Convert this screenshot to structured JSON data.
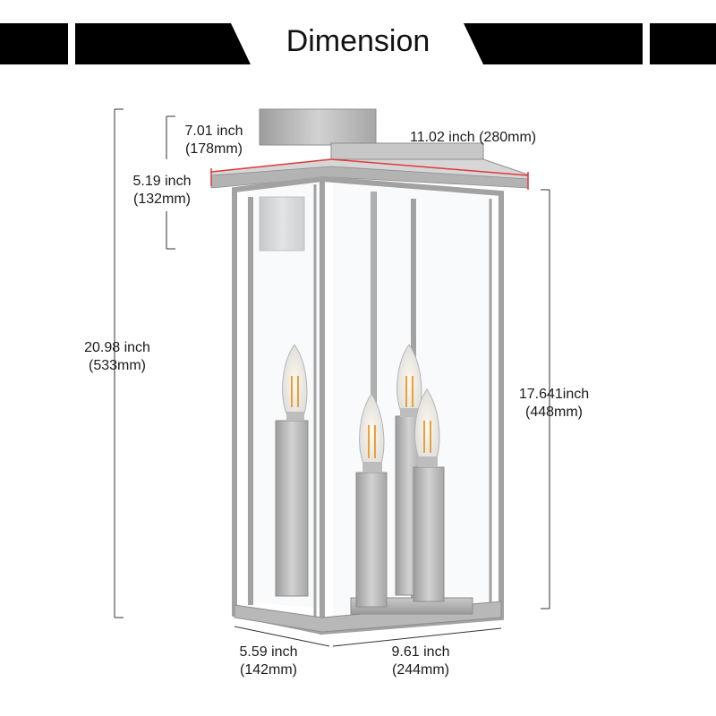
{
  "header": {
    "title": "Dimension"
  },
  "dimensions": {
    "top_width": {
      "label": "11.02 inch (280mm)"
    },
    "backplate_depth": {
      "line1": "7.01 inch",
      "line2": "(178mm)"
    },
    "backplate_height": {
      "line1": "5.19 inch",
      "line2": "(132mm)"
    },
    "overall_height": {
      "line1": "20.98 inch",
      "line2": "(533mm)"
    },
    "body_height": {
      "line1": "17.641inch",
      "line2": "(448mm)"
    },
    "base_depth": {
      "line1": "5.59 inch",
      "line2": "(142mm)"
    },
    "base_width": {
      "line1": "9.61 inch",
      "line2": "(244mm)"
    }
  },
  "colors": {
    "banner": "#000000",
    "frame": "#b9b9b9",
    "frame_dark": "#8e8e8e",
    "dimension_line": "#333333",
    "highlight_line": "#e0393b",
    "bulb_filament": "#e8a13a"
  }
}
